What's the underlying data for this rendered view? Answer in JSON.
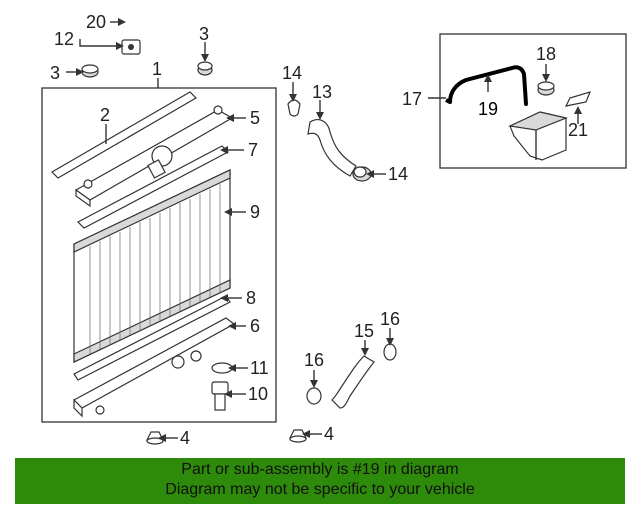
{
  "callouts": {
    "c1": "1",
    "c2": "2",
    "c3a": "3",
    "c3b": "3",
    "c4a": "4",
    "c4b": "4",
    "c5": "5",
    "c6": "6",
    "c7": "7",
    "c8": "8",
    "c9": "9",
    "c10": "10",
    "c11": "11",
    "c12": "12",
    "c13": "13",
    "c14a": "14",
    "c14b": "14",
    "c15": "15",
    "c16a": "16",
    "c16b": "16",
    "c17": "17",
    "c18": "18",
    "c19": "19",
    "c20": "20",
    "c21": "21"
  },
  "highlight": {
    "part_number": "19",
    "color": "#000000"
  },
  "banner": {
    "line1": "Part or sub-assembly is #19 in diagram",
    "line2": "Diagram may not be specific to your vehicle",
    "background": "#2e8a0a"
  }
}
